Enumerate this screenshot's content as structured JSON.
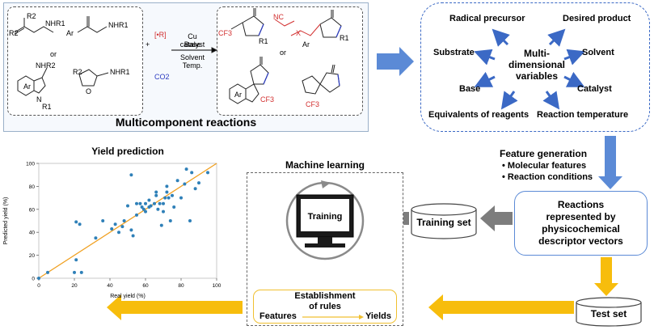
{
  "multicomponent": {
    "title": "Multicomponent reactions",
    "reagents": {
      "radical": "[•R]",
      "co2": "CO2",
      "plus": "+"
    },
    "conditions": [
      "Cu catalyst",
      "Base",
      "Solvent",
      "Temp."
    ],
    "or_label": "or",
    "atoms": {
      "r1": "R1",
      "r2": "R2",
      "nhr1": "NHR1",
      "nhr2": "NHR2",
      "ar": "Ar",
      "n": "N",
      "o": "O",
      "x": "X",
      "nc": "NC",
      "cf3": "CF3",
      "r": "R"
    }
  },
  "variables": {
    "center": [
      "Multi-",
      "dimensional",
      "variables"
    ],
    "items": {
      "radical_precursor": "Radical precursor",
      "desired_product": "Desired product",
      "substrate": "Substrate",
      "solvent": "Solvent",
      "base": "Base",
      "catalyst": "Catalyst",
      "equivalents": "Equivalents of reagents",
      "temperature": "Reaction temperature"
    }
  },
  "feature_generation": {
    "title": "Feature generation",
    "items": [
      "Molecular features",
      "Reaction conditions"
    ]
  },
  "reactions_box": [
    "Reactions",
    "represented by",
    "physicochemical",
    "descriptor vectors"
  ],
  "training_set": "Training set",
  "test_set": "Test set",
  "machine_learning": {
    "title": "Machine learning",
    "training": "Training",
    "rules": [
      "Establishment",
      "of rules"
    ],
    "features": "Features",
    "yields": "Yields"
  },
  "colors": {
    "blue_arrow": "#5b8ad6",
    "gold_arrow": "#f7bd0c",
    "gray_arrow": "#7d7d7d",
    "scatter": "#2f80b8",
    "fit": "#f0a020"
  },
  "chart_data": {
    "type": "scatter",
    "title": "Yield prediction",
    "xlabel": "Real yield (%)",
    "ylabel": "Predicted yield (%)",
    "xlim": [
      0,
      100
    ],
    "ylim": [
      0,
      100
    ],
    "xticks": [
      0,
      20,
      40,
      60,
      80,
      100
    ],
    "yticks": [
      0,
      20,
      40,
      60,
      80,
      100
    ],
    "fit_line": [
      [
        0,
        0
      ],
      [
        100,
        100
      ]
    ],
    "x": [
      0,
      5,
      20,
      21,
      21,
      23,
      24,
      32,
      36,
      41,
      43,
      45,
      47,
      48,
      50,
      52,
      52,
      53,
      55,
      55,
      57,
      58,
      59,
      60,
      60,
      62,
      62,
      63,
      65,
      66,
      66,
      67,
      68,
      69,
      70,
      70,
      71,
      72,
      72,
      73,
      74,
      75,
      76,
      78,
      80,
      82,
      83,
      85,
      86,
      88,
      90,
      95
    ],
    "y": [
      0,
      5,
      5,
      16,
      49,
      47,
      5,
      35,
      50,
      43,
      47,
      40,
      45,
      50,
      63,
      42,
      90,
      37,
      55,
      65,
      65,
      62,
      60,
      58,
      65,
      62,
      68,
      63,
      65,
      75,
      72,
      60,
      65,
      46,
      58,
      65,
      70,
      80,
      75,
      70,
      50,
      72,
      62,
      85,
      70,
      82,
      95,
      50,
      92,
      78,
      83,
      92
    ]
  }
}
